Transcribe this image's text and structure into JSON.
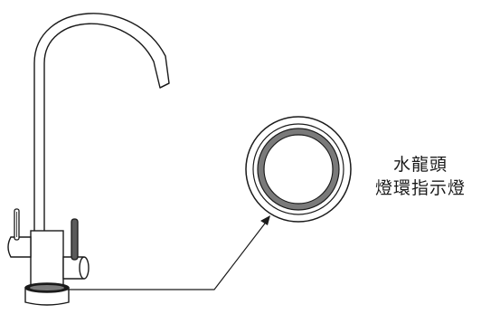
{
  "callout": {
    "line1": "水龍頭",
    "line2": "燈環指示燈"
  },
  "colors": {
    "outline": "#1a1a1a",
    "ring_fill": "#7a7a7a",
    "background": "#ffffff"
  },
  "icons": {
    "faucet": "faucet-illustration",
    "ring": "led-ring-indicator",
    "arrow": "callout-arrow"
  }
}
